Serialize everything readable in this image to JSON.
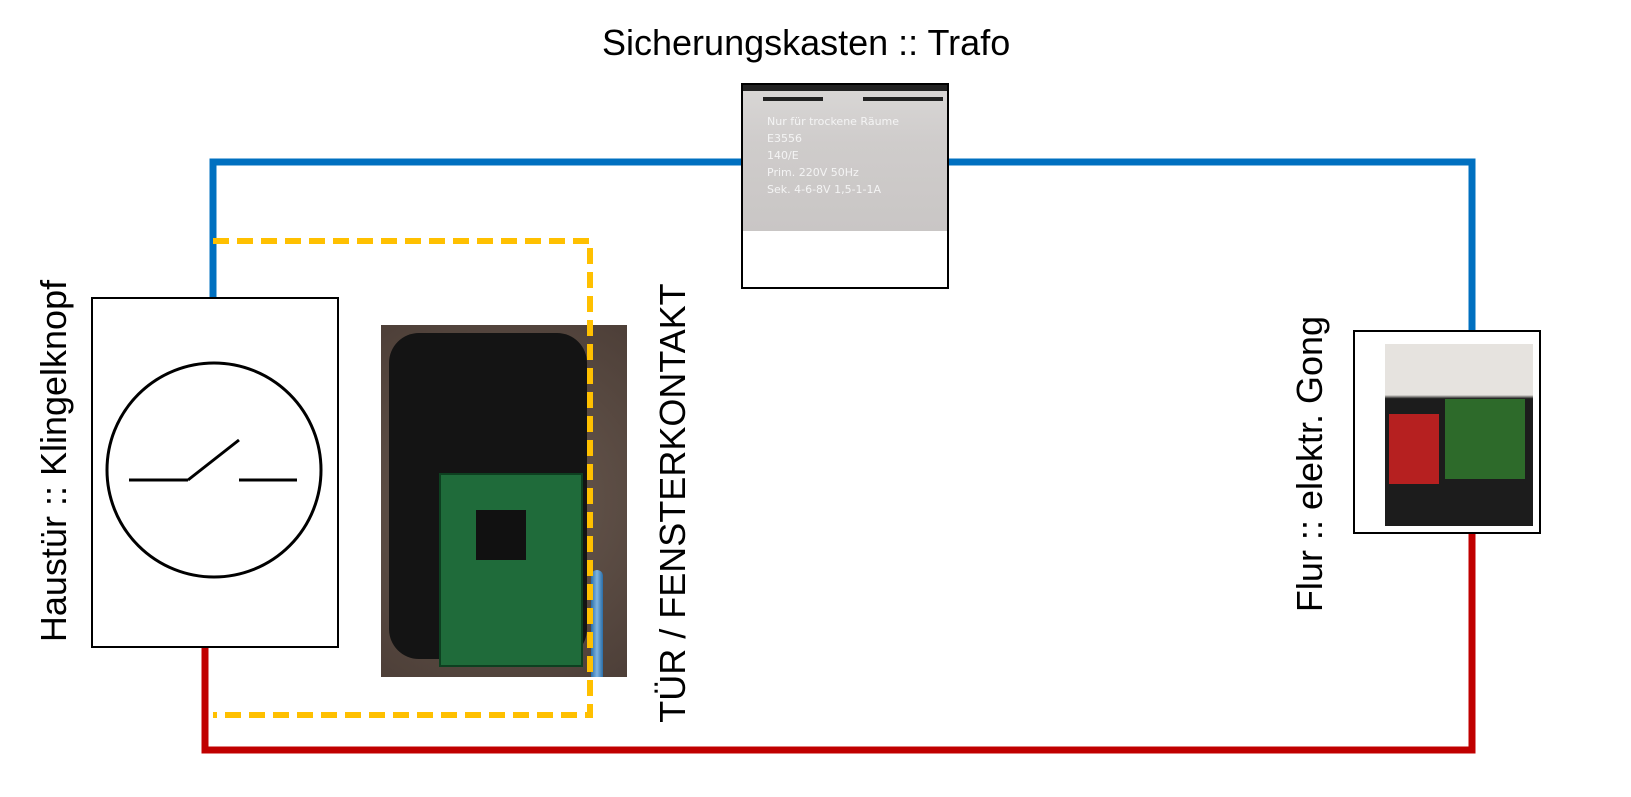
{
  "diagram": {
    "title": "Sicherungskasten :: Trafo",
    "left_label": "Haustür :: Klingelknopf",
    "sensor_label": "TÜR / FENSTERKONTAKT",
    "right_label": "Flur :: elektr. Gong",
    "trafo_photo_text": [
      "Nur für trockene Räume",
      "E3556",
      "140/E",
      "Prim. 220V 50Hz",
      "Sek. 4-6-8V",
      "1,5-1-1A"
    ],
    "colors": {
      "blue_wire": "#0070C0",
      "red_wire": "#C00000",
      "sensor_wire": "#FFC000"
    }
  }
}
